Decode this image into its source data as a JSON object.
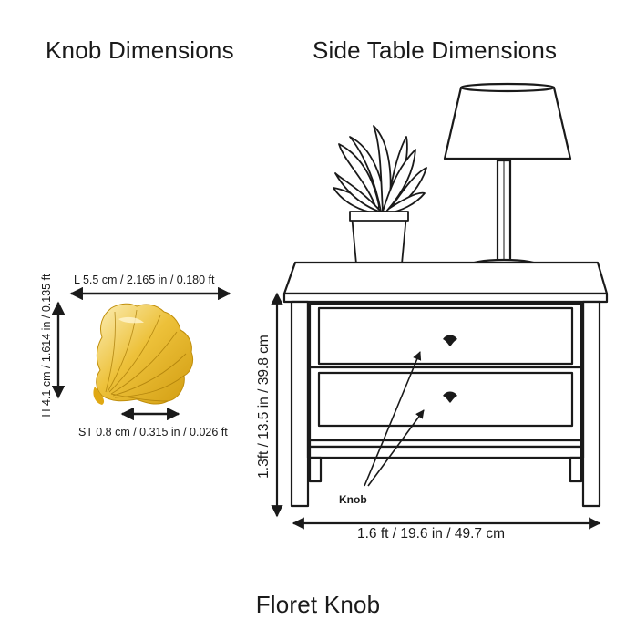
{
  "headings": {
    "knob": "Knob Dimensions",
    "table": "Side Table Dimensions",
    "product": "Floret Knob"
  },
  "knob_dims": {
    "length": "L 5.5 cm / 2.165 in / 0.180 ft",
    "height": "H 4.1 cm / 1.614 in / 0.135 ft",
    "stem": "ST 0.8 cm / 0.315 in / 0.026 ft"
  },
  "table_dims": {
    "height": "1.3ft / 13.5 in / 39.8 cm",
    "width": "1.6 ft / 19.6 in / 49.7 cm",
    "callout": "Knob"
  },
  "colors": {
    "knob_gold": "#e9b824",
    "knob_highlight": "#fbe7a1",
    "line": "#1a1a1a"
  },
  "icons": [
    "ginkgo-knob-illustration",
    "plant-icon",
    "lamp-icon",
    "side-table-icon"
  ]
}
